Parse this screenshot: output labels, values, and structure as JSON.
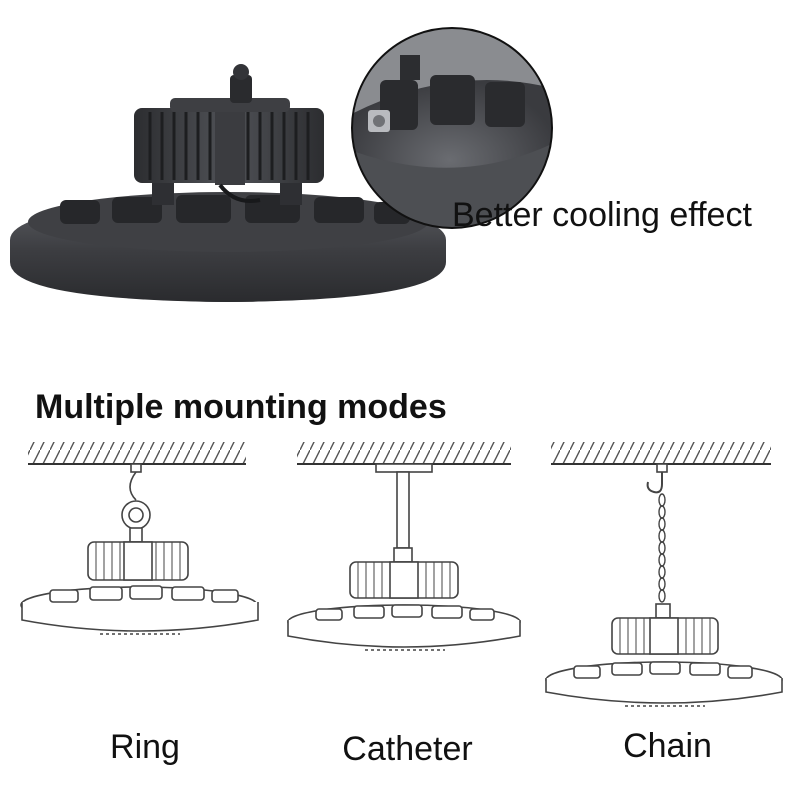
{
  "callout": {
    "text": "Better cooling effect"
  },
  "mounting": {
    "title": "Multiple mounting modes",
    "modes": [
      {
        "name": "Ring",
        "icon": "ring-hook-icon"
      },
      {
        "name": "Catheter",
        "icon": "pipe-mount-icon"
      },
      {
        "name": "Chain",
        "icon": "chain-hook-icon"
      }
    ]
  },
  "colors": {
    "housing": "#3a3b3f",
    "housing_light": "#55575c",
    "line_art": "#444444",
    "text": "#111111"
  }
}
